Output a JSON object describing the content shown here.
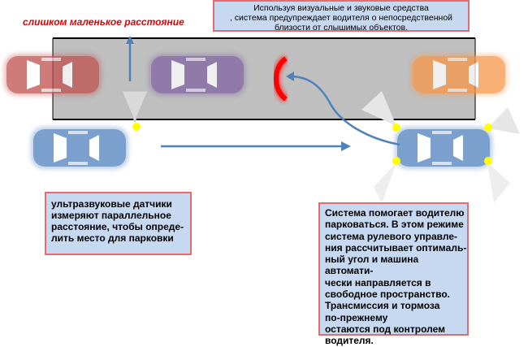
{
  "warning_label": "слишком маленькое расстояние",
  "top_note": "Используя визуальные и звуковые средства\n, система предупреждает водителя о непосредственной\nблизости от слышимых объектов.",
  "left_note": "ультразвуковые датчики\n измеряют параллельное\n расстояние, чтобы опреде-\n лить место для парковки",
  "right_note": "Система помогает водителю\nпарковаться. В этом режиме\nсистема рулевого управле-\nния рассчитывает оптималь-\nный угол и машина автомати-\nчески направляется в\nсвободное пространство.\nТрансмиссия и тормоза\nпо-прежнему\nостаются под контролем\nводителя.",
  "colors": {
    "road": "#bfbfbf",
    "car_red": "#c0504d",
    "car_purple": "#8064a2",
    "car_orange": "#f79646",
    "car_blue": "#4f81bd",
    "arrow": "#4f81bd",
    "warning": "#e00000"
  }
}
